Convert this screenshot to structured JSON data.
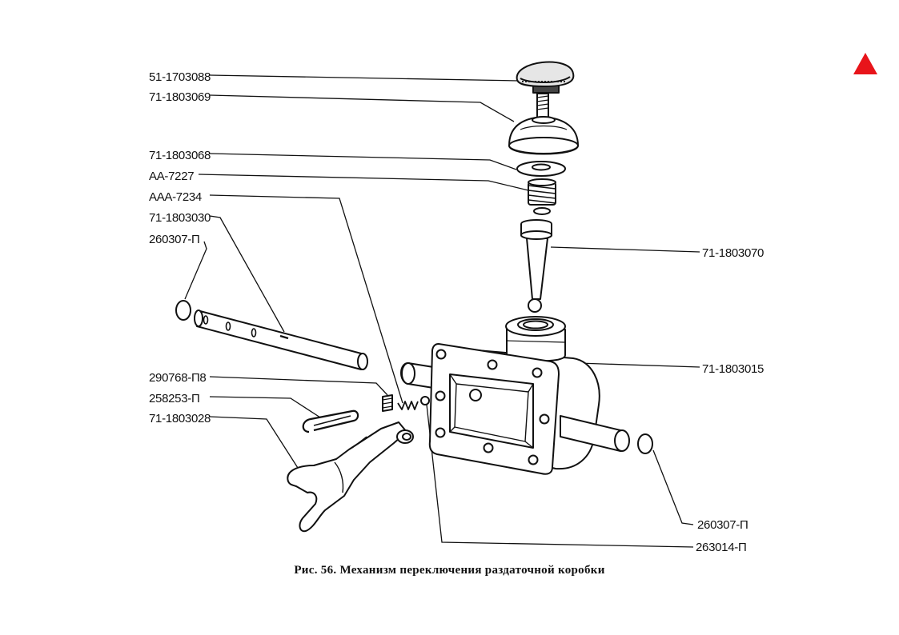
{
  "labels": {
    "knob": "51-1703088",
    "boot": "71-1803069",
    "washer": "71-1803068",
    "spring": "АА-7227",
    "bushing": "ААА-7234",
    "rod": "71-1803030",
    "ring_left": "260307-П",
    "screw": "290768-П8",
    "pin": "258253-П",
    "fork": "71-1803028",
    "lever": "71-1803070",
    "housing": "71-1803015",
    "ring_right": "260307-П",
    "ball": "263014-П"
  },
  "caption": "Рис. 56. Механизм переключения раздаточной коробки",
  "nav": {
    "icon": "red-up-triangle",
    "color": "#e8141a"
  }
}
